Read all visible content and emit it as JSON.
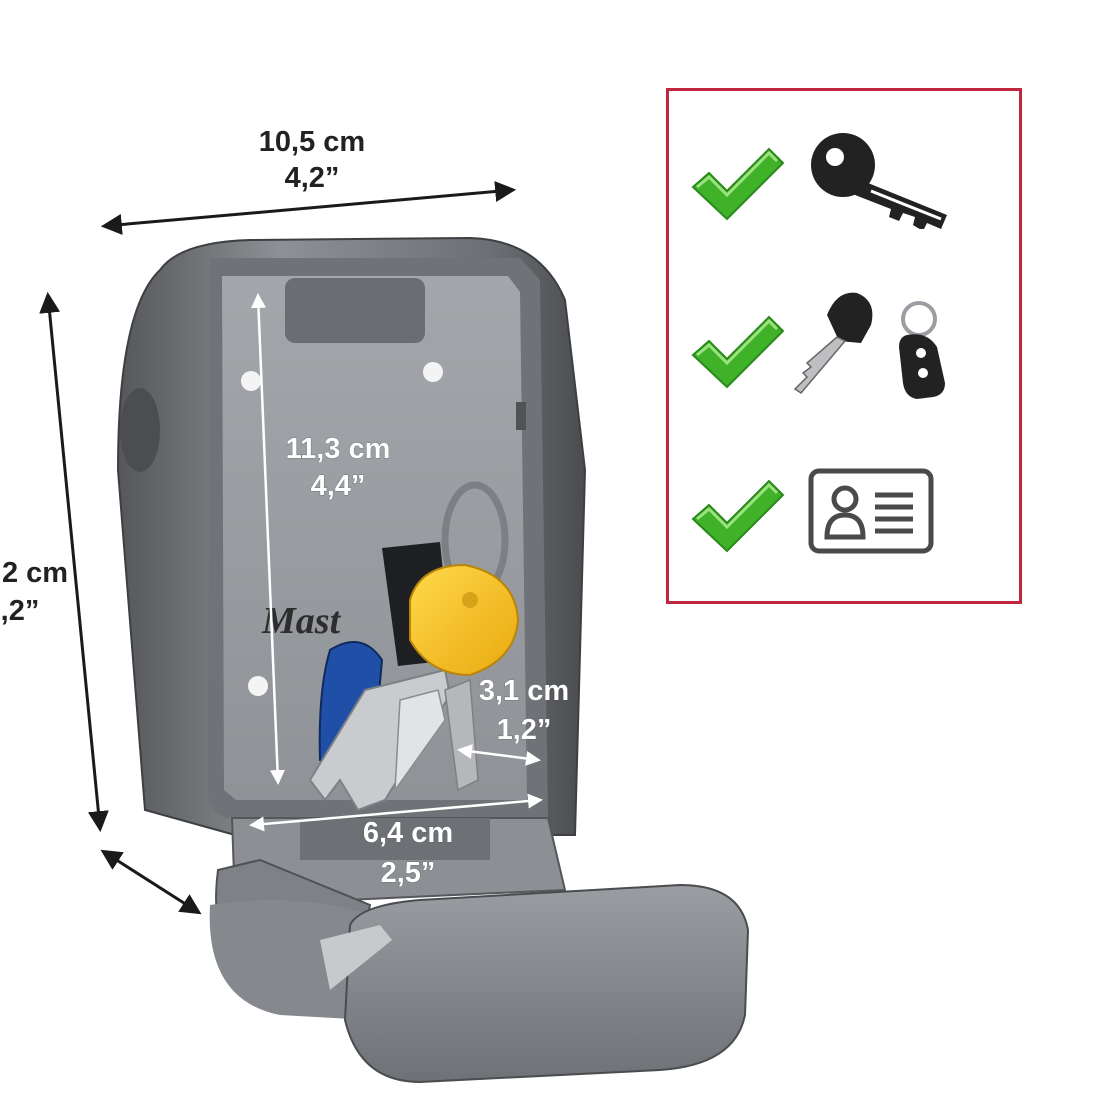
{
  "dimensions": {
    "width": {
      "metric": "10,5 cm",
      "imperial": "4,2”"
    },
    "height": {
      "metric": "2 cm",
      "imperial": ",2”"
    },
    "inner_height": {
      "metric": "11,3 cm",
      "imperial": "4,4”"
    },
    "slot_depth": {
      "metric": "3,1 cm",
      "imperial": "1,2”"
    },
    "inner_width": {
      "metric": "6,4 cm",
      "imperial": "2,5”"
    }
  },
  "brand_text": "Mast",
  "compat_panel": {
    "border_color": "#c0263c",
    "check_color": "#3fb22a",
    "items": [
      {
        "check_icon": "green-check-icon",
        "item_icon": "house-key-icon"
      },
      {
        "check_icon": "green-check-icon",
        "item_icon": "car-key-fob-icon"
      },
      {
        "check_icon": "green-check-icon",
        "item_icon": "id-card-icon"
      }
    ]
  }
}
